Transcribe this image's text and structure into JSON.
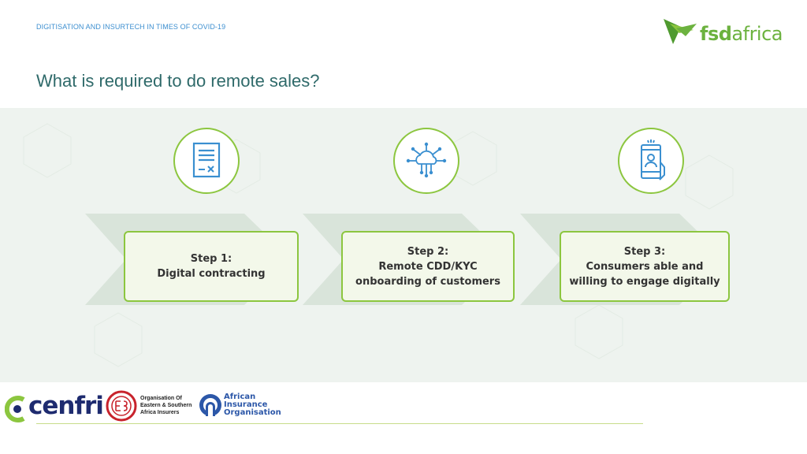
{
  "header": {
    "label": "DIGITISATION AND INSURTECH IN TIMES OF COVID-19",
    "brand_regular": "fsd",
    "brand_light": "africa"
  },
  "page": {
    "title": "What is required to do remote sales?"
  },
  "steps": [
    {
      "title": "Step 1:",
      "lines": [
        "Digital contracting"
      ],
      "icon": "document-contract-icon"
    },
    {
      "title": "Step 2:",
      "lines": [
        "Remote CDD/KYC",
        "onboarding of customers"
      ],
      "icon": "cloud-network-icon"
    },
    {
      "title": "Step 3:",
      "lines": [
        "Consumers able and",
        "willing to engage digitally"
      ],
      "icon": "smartphone-user-icon"
    }
  ],
  "footer": {
    "cenfri": "cenfri",
    "oesai_lines": [
      "Organisation Of",
      "Eastern & Southern",
      "Africa Insurers"
    ],
    "aio_lines": [
      "African",
      "Insurance",
      "Organisation"
    ]
  },
  "colors": {
    "accent_green": "#8cc63f",
    "title_teal": "#2f6a6a",
    "icon_blue": "#3a8fd0",
    "band": "#eef3ef"
  }
}
